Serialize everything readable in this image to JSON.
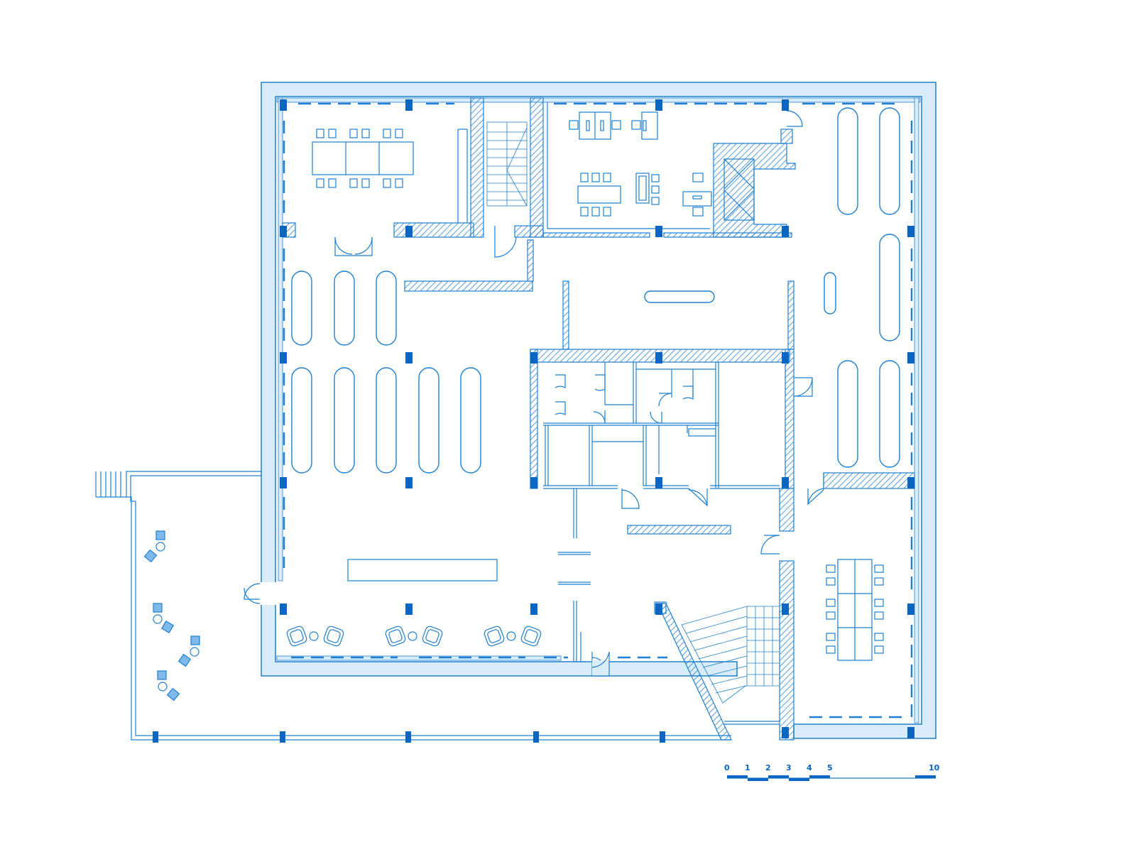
{
  "colors": {
    "line": "#1f7fd0",
    "dark": "#0a66c2",
    "fill": "#d9ecfa",
    "hatch": "#2a84d4",
    "background": "#ffffff"
  },
  "scale_bar": {
    "labels": [
      "0",
      "1",
      "2",
      "3",
      "4",
      "5",
      "10"
    ]
  }
}
